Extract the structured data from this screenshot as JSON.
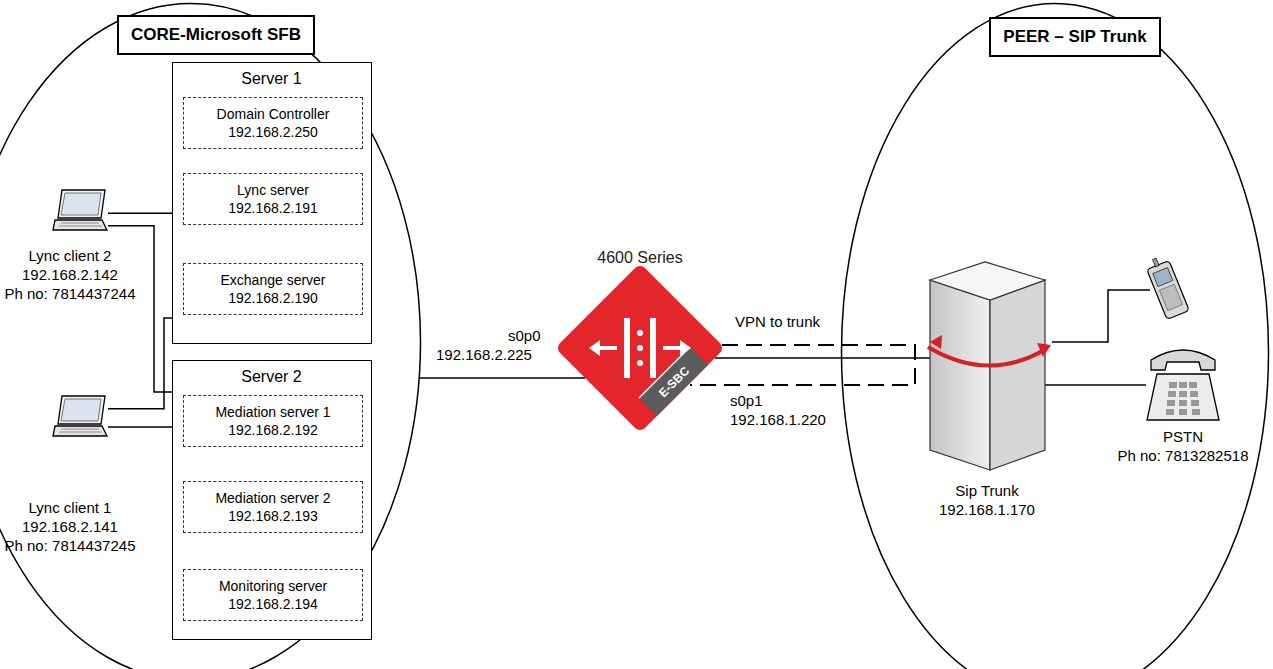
{
  "diagram": {
    "nodes": [
      {
        "text": [
          "CORE-Microsoft SFB"
        ]
      },
      {
        "text": [
          "Server 1"
        ],
        "in": 0
      },
      {
        "text": [
          "Domain Controller",
          "192.168.2.250"
        ],
        "in": 1
      },
      {
        "text": [
          "Lync server",
          "192.168.2.191"
        ],
        "in": 1
      },
      {
        "text": [
          "Exchange server",
          "192.168.2.190"
        ],
        "in": 1
      },
      {
        "text": [
          "Server 2"
        ],
        "in": 0
      },
      {
        "text": [
          "Mediation server 1",
          "192.168.2.192"
        ],
        "in": 5
      },
      {
        "text": [
          "Mediation server 2",
          "192.168.2.193"
        ],
        "in": 5
      },
      {
        "text": [
          "Monitoring server",
          "192.168.2.194"
        ],
        "in": 5
      },
      {
        "text": [
          "Lync client 2",
          "192.168.2.142",
          "Ph no: 7814437244"
        ],
        "in": 0
      },
      {
        "text": [
          "Lync client 1",
          "192.168.2.141",
          "Ph no: 7814437245"
        ],
        "in": 0
      },
      {
        "text": [
          "4600 Series",
          "E-SBC"
        ]
      },
      {
        "text": [
          "PEER – SIP Trunk"
        ]
      },
      {
        "text": [
          "Sip Trunk",
          "192.168.1.170"
        ],
        "in": 12
      },
      {
        "text": [
          "PSTN",
          "Ph no: 7813282518"
        ],
        "in": 12
      }
    ],
    "edges": [
      {
        "from": 9,
        "to": 1,
        "arrow": "none"
      },
      {
        "from": 9,
        "to": 5,
        "arrow": "none"
      },
      {
        "from": 10,
        "to": 1,
        "arrow": "none"
      },
      {
        "from": 10,
        "to": 5,
        "arrow": "none"
      },
      {
        "from": 0,
        "to": 11,
        "arrow": "none"
      },
      {
        "from": 11,
        "to": 13,
        "arrow": "none"
      },
      {
        "from": 13,
        "to": 14,
        "arrow": "none"
      }
    ],
    "labels": [
      "s0p0",
      "192.168.2.225",
      "VPN to trunk",
      "s0p1",
      "192.168.1.220"
    ]
  }
}
